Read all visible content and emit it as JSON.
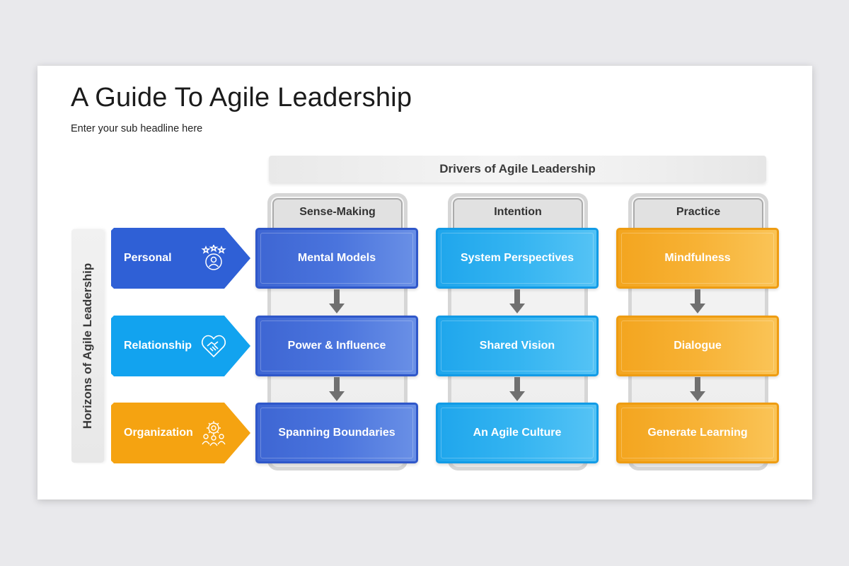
{
  "title": "A Guide To Agile Leadership",
  "subtitle": "Enter your sub headline here",
  "drivers_label": "Drivers of Agile Leadership",
  "horizons_label": "Horizons of Agile Leadership",
  "columns": [
    {
      "header": "Sense-Making",
      "cells": [
        "Mental Models",
        "Power & Influence",
        "Spanning Boundaries"
      ]
    },
    {
      "header": "Intention",
      "cells": [
        "System Perspectives",
        "Shared Vision",
        "An Agile Culture"
      ]
    },
    {
      "header": "Practice",
      "cells": [
        "Mindfulness",
        "Dialogue",
        "Generate Learning"
      ]
    }
  ],
  "rows": [
    {
      "label": "Personal",
      "icon": "person-stars-icon",
      "color": "#2f60d6"
    },
    {
      "label": "Relationship",
      "icon": "handshake-heart-icon",
      "color": "#12a3ef"
    },
    {
      "label": "Organization",
      "icon": "team-gear-icon",
      "color": "#f5a311"
    }
  ],
  "colors": {
    "sense_making": "#3e66d3",
    "intention": "#1fa6ec",
    "practice": "#f3a51f"
  }
}
